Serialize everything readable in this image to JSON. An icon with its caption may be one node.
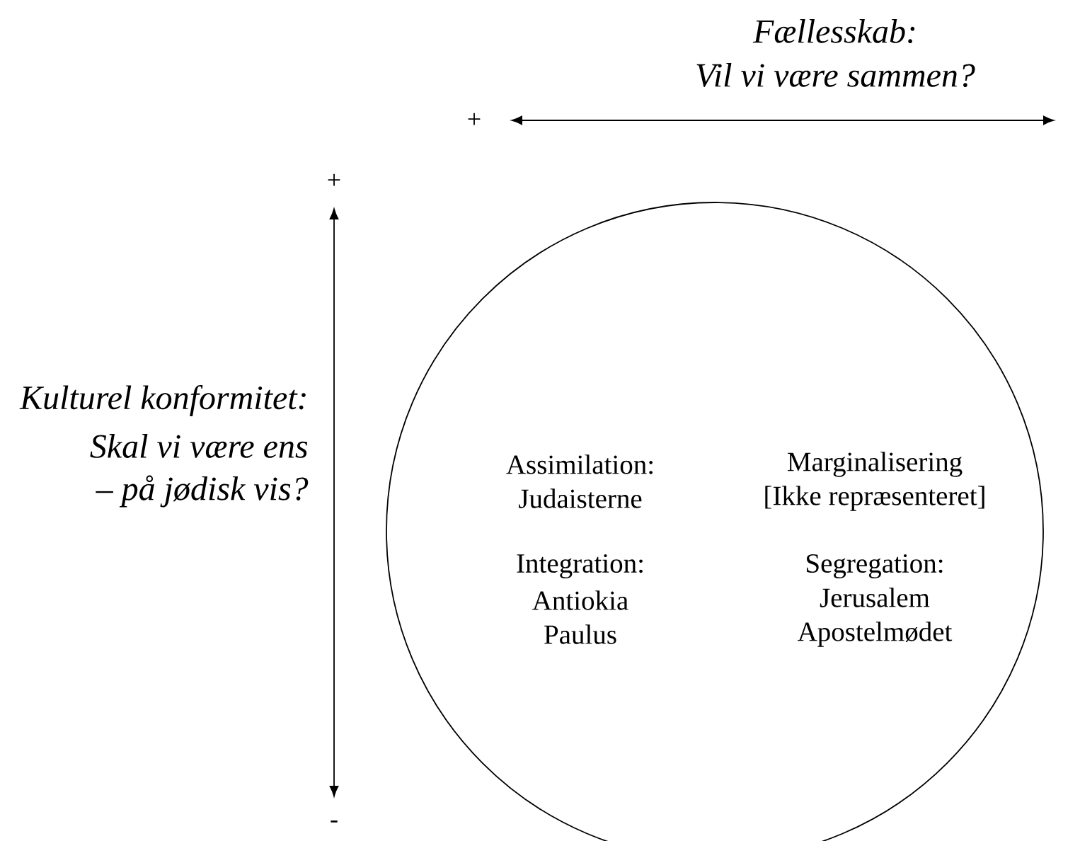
{
  "diagram": {
    "nodes": [
      {
        "text": [
          "Assimilation:",
          "Judaisterne",
          "Marginalisering",
          "[Ikke repræsenteret]",
          "Integration:",
          "Antiokia Paulus",
          "Segregation:",
          "Jerusalem Apostelmødet"
        ]
      }
    ],
    "labels": [
      "Fællesskab:",
      "Vil vi være sammen?",
      "+",
      "+",
      "Kulturel konformitet:",
      "Skal vi være ens",
      "– på jødisk vis?",
      "-"
    ]
  }
}
